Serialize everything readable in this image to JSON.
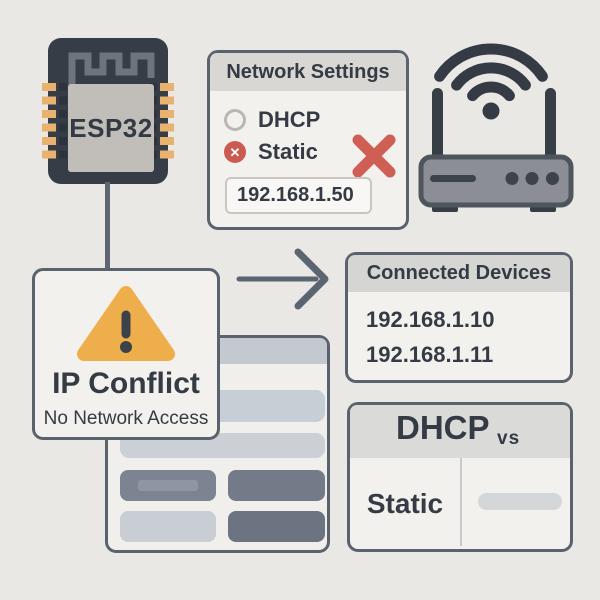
{
  "colors": {
    "background": "#eae8e5",
    "panel_border": "#5a626d",
    "error_red": "#cf5e55",
    "warning_amber": "#efae4c",
    "dark_ink": "#353b44"
  },
  "esp32": {
    "label": "ESP32"
  },
  "network_settings": {
    "title": "Network Settings",
    "options": [
      {
        "label": "DHCP",
        "state": "unselected"
      },
      {
        "label": "Static",
        "state": "error-selected"
      }
    ],
    "ip_value": "192.168.1.50"
  },
  "ip_conflict": {
    "title": "IP Conflict",
    "subtitle": "No Network Access"
  },
  "connected_devices": {
    "title": "Connected Devices",
    "devices": [
      "192.168.1.10",
      "192.168.1.11"
    ]
  },
  "comparison": {
    "header": "DHCP",
    "vs_label": "vs",
    "row_label": "Static"
  }
}
